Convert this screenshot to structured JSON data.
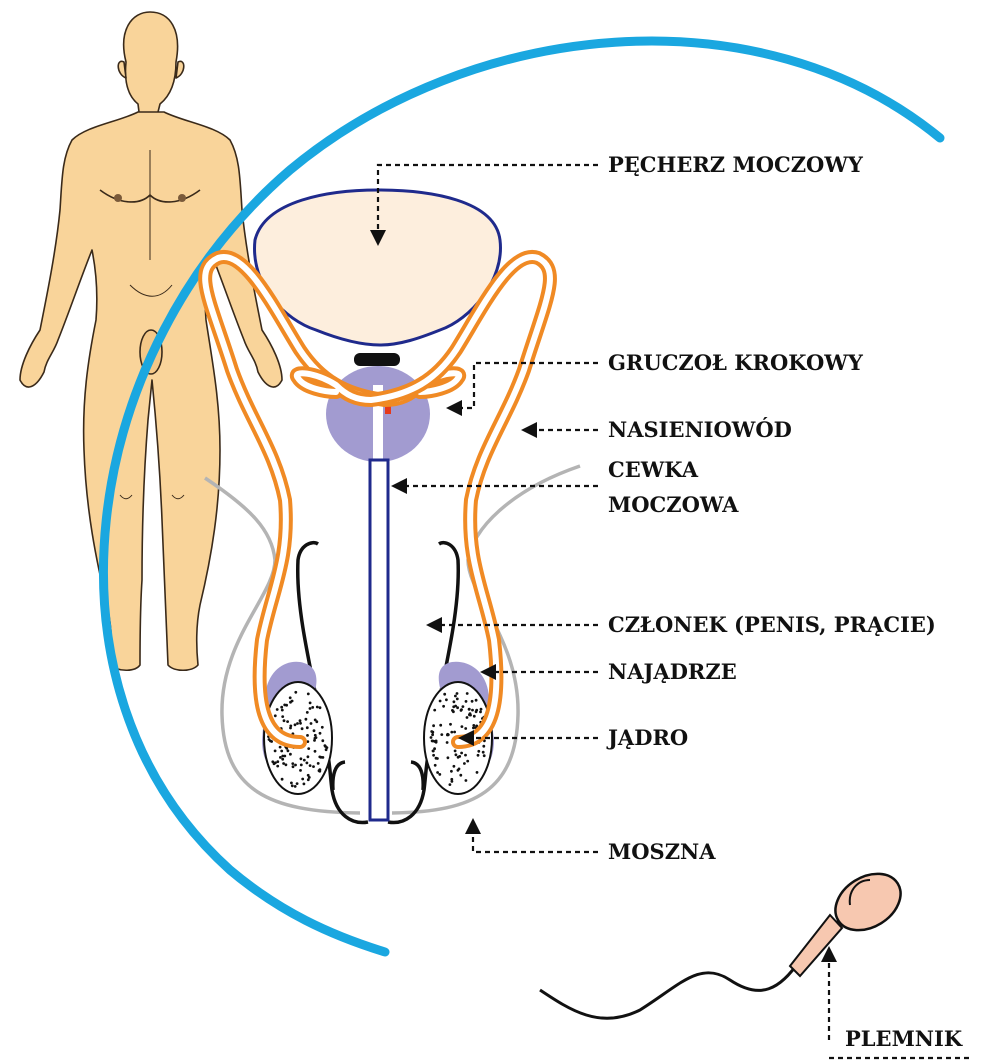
{
  "labels": {
    "bladder": "PĘCHERZ MOCZOWY",
    "prostate": "GRUCZOŁ KROKOWY",
    "vas_deferens": "NASIENIOWÓD",
    "urethra_line1": "CEWKA",
    "urethra_line2": "MOCZOWA",
    "penis": "CZŁONEK (PENIS, PRĄCIE)",
    "epididymis": "NAJĄDRZE",
    "testis": "JĄDRO",
    "scrotum": "MOSZNA",
    "sperm": "PLEMNIK"
  },
  "colors": {
    "circle_arc": "#1aa7e0",
    "bladder_fill": "#fdeedd",
    "bladder_outline": "#1f2a8c",
    "vas_deferens": "#f08a24",
    "prostate": "#a29bd0",
    "epididymis": "#a29bd0",
    "skin": "#f9d49a",
    "scrotum_outline": "#b4b4b4",
    "urethra": "#1f2a8c",
    "sperm_head": "#f7c8b0"
  }
}
